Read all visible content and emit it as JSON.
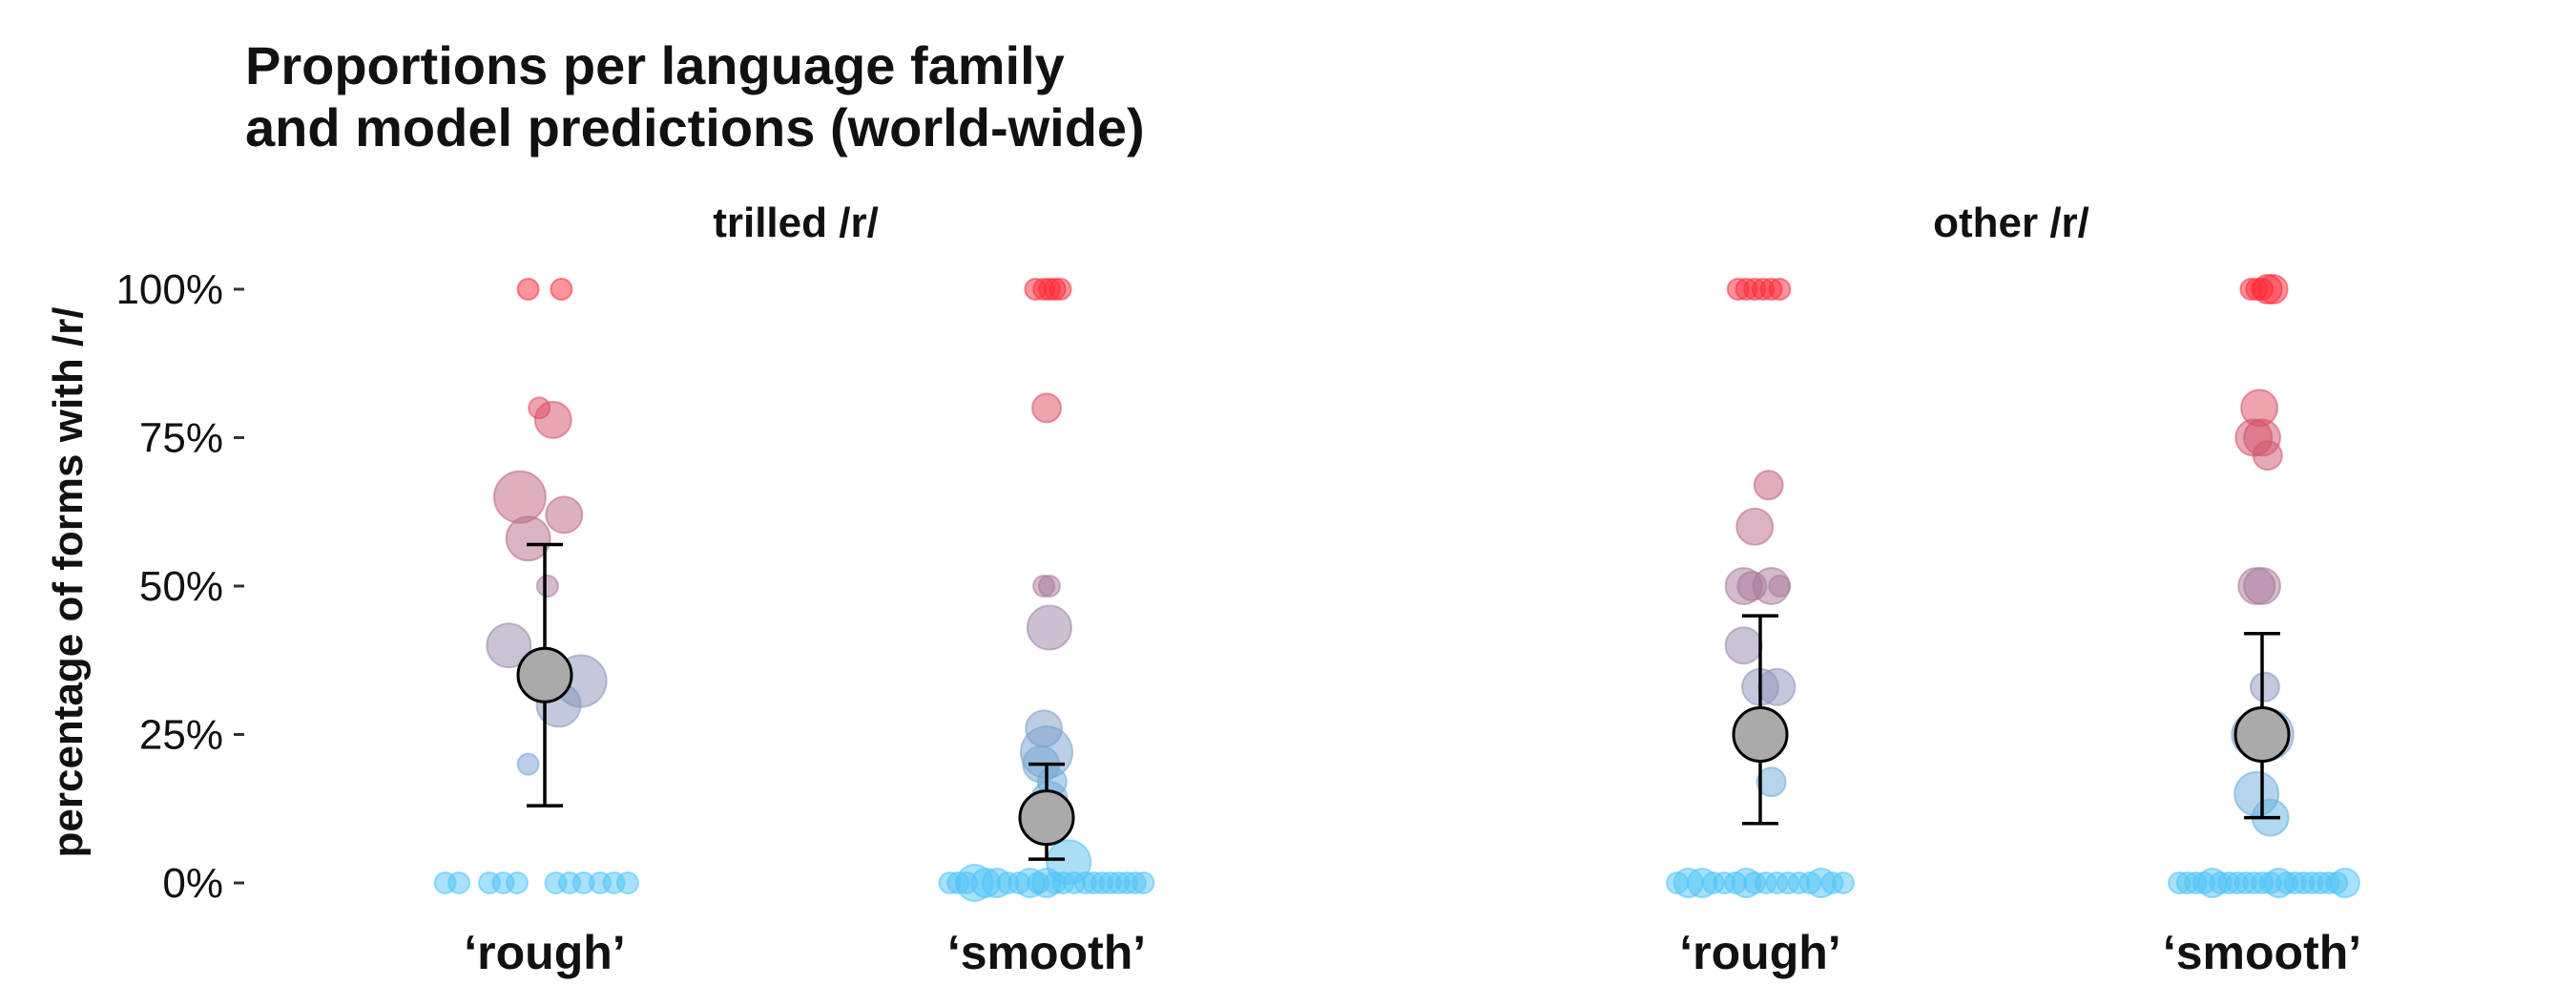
{
  "chart_data": {
    "type": "scatter",
    "title": [
      "Proportions per language family",
      "and model predictions (world-wide)"
    ],
    "ylabel": "percentage of forms with /r/",
    "xlabel": "",
    "ylim": [
      0,
      1
    ],
    "y_ticks": [
      {
        "value": 0,
        "label": "0%"
      },
      {
        "value": 0.25,
        "label": "25%"
      },
      {
        "value": 0.5,
        "label": "50%"
      },
      {
        "value": 0.75,
        "label": "75%"
      },
      {
        "value": 1,
        "label": "100%"
      }
    ],
    "grid": false,
    "legend": "none",
    "color_scale": {
      "low": "#4fc3f7",
      "high": "#ff2a3a"
    },
    "prediction_style": {
      "fill": "#aaaaaa",
      "stroke": "#000000"
    },
    "panels": [
      {
        "label": "trilled /r/",
        "groups": [
          {
            "label": "‘rough’",
            "prediction": {
              "value": 0.35,
              "lower": 0.13,
              "upper": 0.57
            },
            "points": [
              {
                "x": -0.06,
                "y": 1.0,
                "size": 1
              },
              {
                "x": 0.06,
                "y": 1.0,
                "size": 1
              },
              {
                "x": -0.02,
                "y": 0.8,
                "size": 1
              },
              {
                "x": 0.03,
                "y": 0.78,
                "size": 3
              },
              {
                "x": -0.09,
                "y": 0.65,
                "size": 5
              },
              {
                "x": -0.06,
                "y": 0.58,
                "size": 4
              },
              {
                "x": 0.07,
                "y": 0.62,
                "size": 3
              },
              {
                "x": 0.01,
                "y": 0.5,
                "size": 1
              },
              {
                "x": -0.13,
                "y": 0.4,
                "size": 4
              },
              {
                "x": 0.13,
                "y": 0.34,
                "size": 5
              },
              {
                "x": 0.05,
                "y": 0.3,
                "size": 4
              },
              {
                "x": -0.06,
                "y": 0.2,
                "size": 1
              },
              {
                "x": -0.36,
                "y": 0.0,
                "size": 1
              },
              {
                "x": -0.31,
                "y": 0.0,
                "size": 1
              },
              {
                "x": -0.2,
                "y": 0.0,
                "size": 1
              },
              {
                "x": -0.15,
                "y": 0.0,
                "size": 1
              },
              {
                "x": -0.1,
                "y": 0.0,
                "size": 1
              },
              {
                "x": 0.04,
                "y": 0.0,
                "size": 1
              },
              {
                "x": 0.09,
                "y": 0.0,
                "size": 1
              },
              {
                "x": 0.14,
                "y": 0.0,
                "size": 1
              },
              {
                "x": 0.2,
                "y": 0.0,
                "size": 1
              },
              {
                "x": 0.25,
                "y": 0.0,
                "size": 1
              },
              {
                "x": 0.3,
                "y": 0.0,
                "size": 1
              }
            ]
          },
          {
            "label": "‘smooth’",
            "prediction": {
              "value": 0.11,
              "lower": 0.04,
              "upper": 0.2
            },
            "points": [
              {
                "x": -0.04,
                "y": 1.0,
                "size": 1
              },
              {
                "x": -0.01,
                "y": 1.0,
                "size": 1
              },
              {
                "x": 0.01,
                "y": 1.0,
                "size": 1
              },
              {
                "x": 0.03,
                "y": 1.0,
                "size": 1
              },
              {
                "x": 0.05,
                "y": 1.0,
                "size": 1
              },
              {
                "x": 0.0,
                "y": 0.8,
                "size": 2
              },
              {
                "x": -0.01,
                "y": 0.5,
                "size": 1
              },
              {
                "x": 0.01,
                "y": 0.5,
                "size": 1
              },
              {
                "x": 0.01,
                "y": 0.43,
                "size": 4
              },
              {
                "x": -0.01,
                "y": 0.26,
                "size": 3
              },
              {
                "x": 0.0,
                "y": 0.22,
                "size": 5
              },
              {
                "x": -0.02,
                "y": 0.2,
                "size": 3
              },
              {
                "x": 0.02,
                "y": 0.17,
                "size": 2
              },
              {
                "x": 0.01,
                "y": 0.14,
                "size": 3
              },
              {
                "x": 0.08,
                "y": 0.035,
                "size": 4
              },
              {
                "x": -0.35,
                "y": 0.0,
                "size": 1
              },
              {
                "x": -0.32,
                "y": 0.0,
                "size": 1
              },
              {
                "x": -0.29,
                "y": 0.0,
                "size": 1
              },
              {
                "x": -0.26,
                "y": 0.0,
                "size": 3
              },
              {
                "x": -0.22,
                "y": 0.0,
                "size": 2
              },
              {
                "x": -0.18,
                "y": 0.0,
                "size": 2
              },
              {
                "x": -0.14,
                "y": 0.0,
                "size": 1
              },
              {
                "x": -0.1,
                "y": 0.0,
                "size": 1
              },
              {
                "x": -0.06,
                "y": 0.0,
                "size": 2
              },
              {
                "x": -0.03,
                "y": 0.0,
                "size": 1
              },
              {
                "x": 0.0,
                "y": 0.0,
                "size": 2
              },
              {
                "x": 0.03,
                "y": 0.0,
                "size": 1
              },
              {
                "x": 0.06,
                "y": 0.0,
                "size": 1
              },
              {
                "x": 0.1,
                "y": 0.0,
                "size": 1
              },
              {
                "x": 0.14,
                "y": 0.0,
                "size": 1
              },
              {
                "x": 0.17,
                "y": 0.0,
                "size": 1
              },
              {
                "x": 0.2,
                "y": 0.0,
                "size": 1
              },
              {
                "x": 0.23,
                "y": 0.0,
                "size": 1
              },
              {
                "x": 0.26,
                "y": 0.0,
                "size": 1
              },
              {
                "x": 0.29,
                "y": 0.0,
                "size": 1
              },
              {
                "x": 0.32,
                "y": 0.0,
                "size": 1
              },
              {
                "x": 0.35,
                "y": 0.0,
                "size": 1
              }
            ]
          }
        ]
      },
      {
        "label": "other /r/",
        "groups": [
          {
            "label": "‘rough’",
            "prediction": {
              "value": 0.25,
              "lower": 0.1,
              "upper": 0.45
            },
            "points": [
              {
                "x": -0.08,
                "y": 1.0,
                "size": 1
              },
              {
                "x": -0.05,
                "y": 1.0,
                "size": 1
              },
              {
                "x": -0.02,
                "y": 1.0,
                "size": 1
              },
              {
                "x": 0.01,
                "y": 1.0,
                "size": 1
              },
              {
                "x": 0.04,
                "y": 1.0,
                "size": 1
              },
              {
                "x": 0.07,
                "y": 1.0,
                "size": 1
              },
              {
                "x": 0.03,
                "y": 0.67,
                "size": 2
              },
              {
                "x": -0.02,
                "y": 0.6,
                "size": 3
              },
              {
                "x": -0.06,
                "y": 0.5,
                "size": 3
              },
              {
                "x": -0.03,
                "y": 0.5,
                "size": 2
              },
              {
                "x": 0.04,
                "y": 0.5,
                "size": 3
              },
              {
                "x": 0.07,
                "y": 0.5,
                "size": 1
              },
              {
                "x": -0.06,
                "y": 0.4,
                "size": 3
              },
              {
                "x": 0.0,
                "y": 0.33,
                "size": 3
              },
              {
                "x": 0.06,
                "y": 0.33,
                "size": 3
              },
              {
                "x": 0.04,
                "y": 0.17,
                "size": 2
              },
              {
                "x": -0.3,
                "y": 0.0,
                "size": 1
              },
              {
                "x": -0.26,
                "y": 0.0,
                "size": 2
              },
              {
                "x": -0.21,
                "y": 0.0,
                "size": 2
              },
              {
                "x": -0.17,
                "y": 0.0,
                "size": 1
              },
              {
                "x": -0.13,
                "y": 0.0,
                "size": 1
              },
              {
                "x": -0.09,
                "y": 0.0,
                "size": 1
              },
              {
                "x": -0.05,
                "y": 0.0,
                "size": 2
              },
              {
                "x": -0.02,
                "y": 0.0,
                "size": 1
              },
              {
                "x": 0.02,
                "y": 0.0,
                "size": 1
              },
              {
                "x": 0.06,
                "y": 0.0,
                "size": 1
              },
              {
                "x": 0.1,
                "y": 0.0,
                "size": 1
              },
              {
                "x": 0.14,
                "y": 0.0,
                "size": 1
              },
              {
                "x": 0.18,
                "y": 0.0,
                "size": 1
              },
              {
                "x": 0.22,
                "y": 0.0,
                "size": 2
              },
              {
                "x": 0.26,
                "y": 0.0,
                "size": 1
              },
              {
                "x": 0.3,
                "y": 0.0,
                "size": 1
              }
            ]
          },
          {
            "label": "‘smooth’",
            "prediction": {
              "value": 0.25,
              "lower": 0.11,
              "upper": 0.42
            },
            "points": [
              {
                "x": -0.04,
                "y": 1.0,
                "size": 1
              },
              {
                "x": -0.02,
                "y": 1.0,
                "size": 1
              },
              {
                "x": 0.0,
                "y": 1.0,
                "size": 1
              },
              {
                "x": 0.02,
                "y": 1.0,
                "size": 2
              },
              {
                "x": 0.04,
                "y": 1.0,
                "size": 2
              },
              {
                "x": -0.01,
                "y": 0.8,
                "size": 3
              },
              {
                "x": -0.03,
                "y": 0.75,
                "size": 3
              },
              {
                "x": 0.0,
                "y": 0.75,
                "size": 3
              },
              {
                "x": 0.02,
                "y": 0.72,
                "size": 2
              },
              {
                "x": -0.02,
                "y": 0.5,
                "size": 3
              },
              {
                "x": 0.0,
                "y": 0.5,
                "size": 3
              },
              {
                "x": 0.01,
                "y": 0.33,
                "size": 2
              },
              {
                "x": -0.03,
                "y": 0.25,
                "size": 4
              },
              {
                "x": 0.02,
                "y": 0.25,
                "size": 5
              },
              {
                "x": -0.02,
                "y": 0.15,
                "size": 4
              },
              {
                "x": 0.03,
                "y": 0.11,
                "size": 3
              },
              {
                "x": -0.3,
                "y": 0.0,
                "size": 1
              },
              {
                "x": -0.27,
                "y": 0.0,
                "size": 1
              },
              {
                "x": -0.24,
                "y": 0.0,
                "size": 1
              },
              {
                "x": -0.21,
                "y": 0.0,
                "size": 1
              },
              {
                "x": -0.18,
                "y": 0.0,
                "size": 2
              },
              {
                "x": -0.15,
                "y": 0.0,
                "size": 1
              },
              {
                "x": -0.12,
                "y": 0.0,
                "size": 1
              },
              {
                "x": -0.09,
                "y": 0.0,
                "size": 1
              },
              {
                "x": -0.06,
                "y": 0.0,
                "size": 1
              },
              {
                "x": -0.03,
                "y": 0.0,
                "size": 1
              },
              {
                "x": 0.0,
                "y": 0.0,
                "size": 1
              },
              {
                "x": 0.03,
                "y": 0.0,
                "size": 1
              },
              {
                "x": 0.06,
                "y": 0.0,
                "size": 2
              },
              {
                "x": 0.09,
                "y": 0.0,
                "size": 1
              },
              {
                "x": 0.12,
                "y": 0.0,
                "size": 1
              },
              {
                "x": 0.15,
                "y": 0.0,
                "size": 1
              },
              {
                "x": 0.18,
                "y": 0.0,
                "size": 1
              },
              {
                "x": 0.21,
                "y": 0.0,
                "size": 1
              },
              {
                "x": 0.24,
                "y": 0.0,
                "size": 1
              },
              {
                "x": 0.27,
                "y": 0.0,
                "size": 1
              },
              {
                "x": 0.3,
                "y": 0.0,
                "size": 2
              }
            ]
          }
        ]
      }
    ]
  }
}
